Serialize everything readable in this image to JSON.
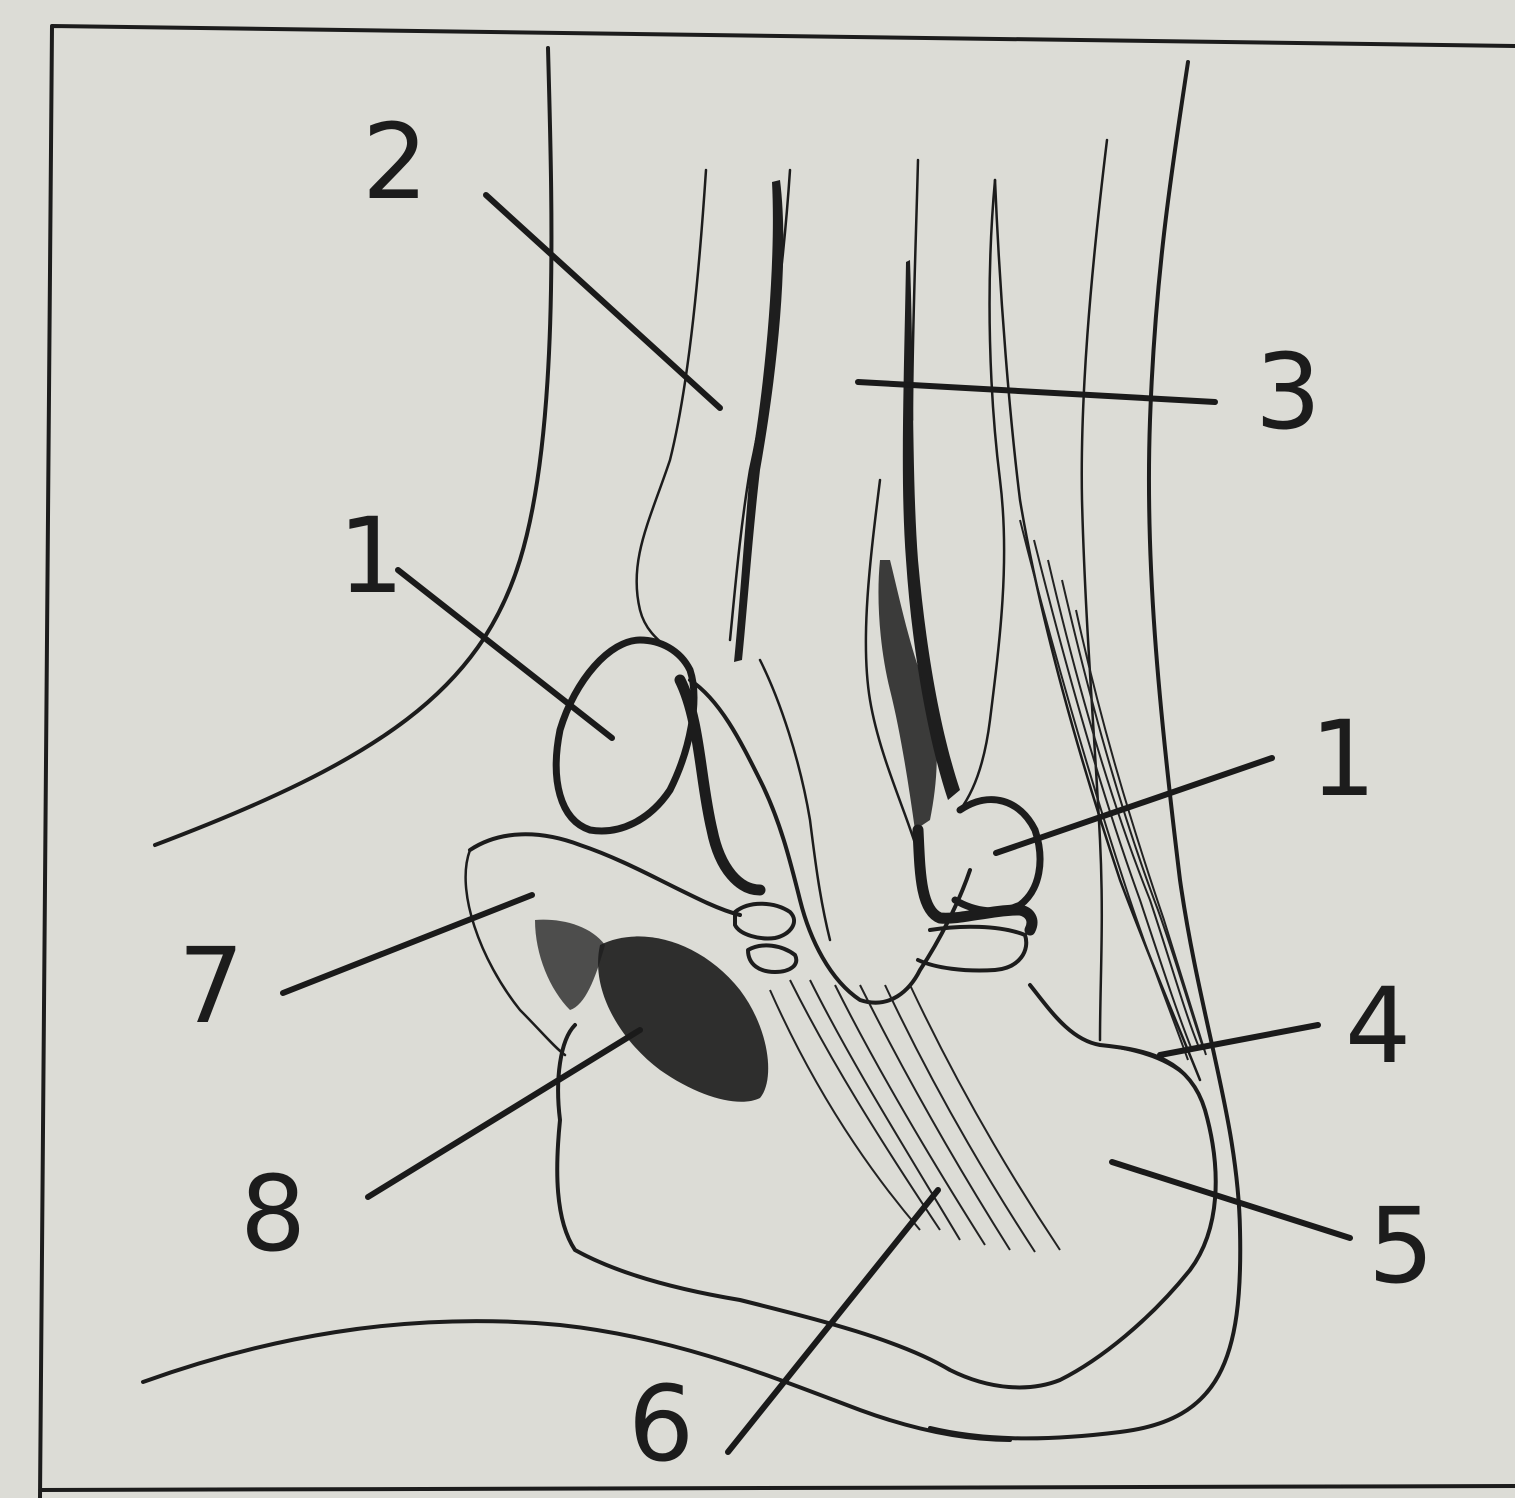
{
  "callouts": [
    {
      "id": "label-1-left",
      "text": "1"
    },
    {
      "id": "label-2",
      "text": "2"
    },
    {
      "id": "label-3",
      "text": "3"
    },
    {
      "id": "label-1-right",
      "text": "1"
    },
    {
      "id": "label-4",
      "text": "4"
    },
    {
      "id": "label-5",
      "text": "5"
    },
    {
      "id": "label-6",
      "text": "6"
    },
    {
      "id": "label-7",
      "text": "7"
    },
    {
      "id": "label-8",
      "text": "8"
    }
  ],
  "colors": {
    "paper": "#dcdcd6",
    "ink": "#1c1c1c"
  }
}
